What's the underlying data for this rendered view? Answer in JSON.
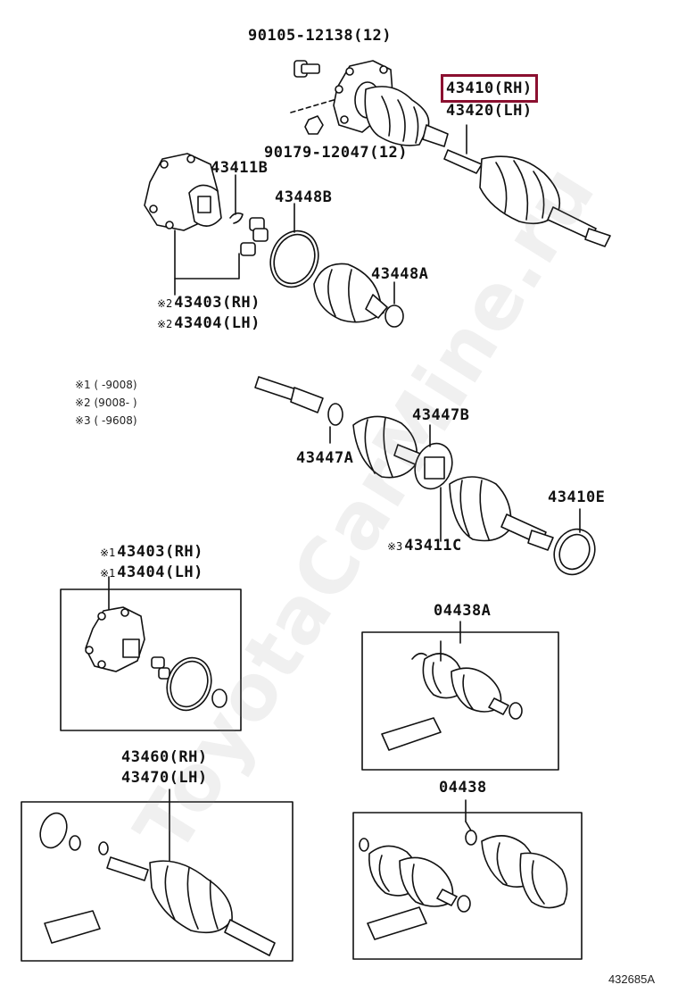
{
  "labels": {
    "l90105": "90105-12138(12)",
    "l43410": "43410(RH)",
    "l43420": "43420(LH)",
    "l90179": "90179-12047(12)",
    "l43411b": "43411B",
    "l43448b": "43448B",
    "l43448a": "43448A",
    "l43403a": "43403(RH)",
    "l43404a": "43404(LH)",
    "l43447b": "43447B",
    "l43447a": "43447A",
    "l43410e": "43410E",
    "l43411c": "43411C",
    "l43403b": "43403(RH)",
    "l43404b": "43404(LH)",
    "l04438a": "04438A",
    "l43460": "43460(RH)",
    "l43470": "43470(LH)",
    "l04438": "04438"
  },
  "marks": {
    "m2": "※2",
    "m1": "※1",
    "m3": "※3"
  },
  "notes": {
    "n1": "※1 (      -9008)",
    "n2": "※2 (9008-      )",
    "n3": "※3 (      -9608)"
  },
  "highlight_color": "#8b1030",
  "illustration_number": "432685A",
  "watermark": "ToyotaCarMine.ru"
}
